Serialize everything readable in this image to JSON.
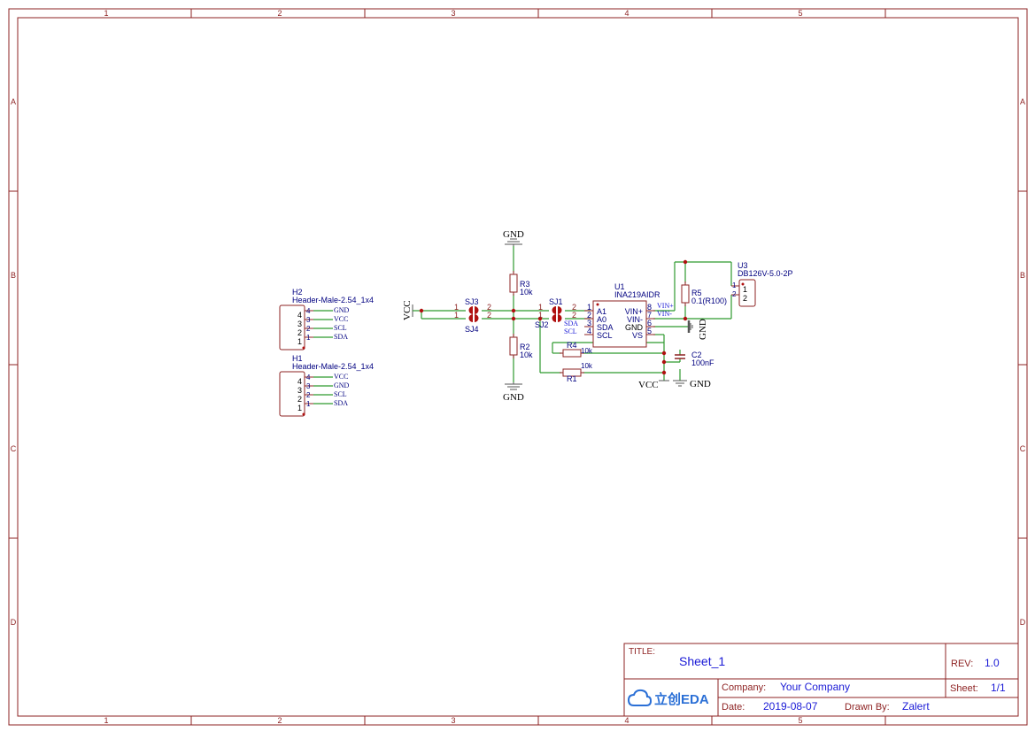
{
  "border": {
    "columns": [
      "1",
      "2",
      "3",
      "4",
      "5"
    ],
    "rows": [
      "A",
      "B",
      "C",
      "D"
    ]
  },
  "title_block": {
    "title_label": "TITLE:",
    "title": "Sheet_1",
    "rev_label": "REV:",
    "rev": "1.0",
    "company_label": "Company:",
    "company": "Your Company",
    "sheet_label": "Sheet:",
    "sheet": "1/1",
    "date_label": "Date:",
    "date": "2019-08-07",
    "drawn_label": "Drawn By:",
    "drawn_by": "Zalert",
    "logo_text": "立创EDA"
  },
  "h2": {
    "ref": "H2",
    "name": "Header-Male-2.54_1x4",
    "pins": [
      {
        "num": "4",
        "net": "GND"
      },
      {
        "num": "3",
        "net": "VCC"
      },
      {
        "num": "2",
        "net": "SCL"
      },
      {
        "num": "1",
        "net": "SDA"
      }
    ]
  },
  "h1": {
    "ref": "H1",
    "name": "Header-Male-2.54_1x4",
    "pins": [
      {
        "num": "4",
        "net": "VCC"
      },
      {
        "num": "3",
        "net": "GND"
      },
      {
        "num": "2",
        "net": "SCL"
      },
      {
        "num": "1",
        "net": "SDA"
      }
    ]
  },
  "nets": {
    "vcc_left": "VCC",
    "gnd_top": "GND",
    "gnd_bottom": "GND",
    "gnd_u1": "GND",
    "vcc_bottom": "VCC",
    "gnd_bottom_right": "GND",
    "vin_plus": "VIN+",
    "vin_minus": "VIN-",
    "sda": "SDA",
    "scl": "SCL"
  },
  "jumpers": {
    "sj3": {
      "ref": "SJ3",
      "p1": "1",
      "p2": "2"
    },
    "sj4": {
      "ref": "SJ4",
      "p1": "1",
      "p2": "2"
    },
    "sj1": {
      "ref": "SJ1",
      "p1": "1",
      "p2": "2"
    },
    "sj2": {
      "ref": "SJ2",
      "p1": "1",
      "p2": "2"
    }
  },
  "resistors": {
    "r3": {
      "ref": "R3",
      "value": "10k"
    },
    "r2": {
      "ref": "R2",
      "value": "10k"
    },
    "r4": {
      "ref": "R4",
      "value": "10k"
    },
    "r1": {
      "ref": "R1",
      "value": "10k"
    },
    "r5": {
      "ref": "R5",
      "value": "0.1(R100)"
    }
  },
  "capacitor": {
    "ref": "C2",
    "value": "100nF"
  },
  "u1": {
    "ref": "U1",
    "name": "INA219AIDR",
    "left_pins": [
      {
        "num": "1",
        "name": "A1"
      },
      {
        "num": "2",
        "name": "A0"
      },
      {
        "num": "3",
        "name": "SDA"
      },
      {
        "num": "4",
        "name": "SCL"
      }
    ],
    "right_pins": [
      {
        "num": "8",
        "name": "VIN+"
      },
      {
        "num": "7",
        "name": "VIN-"
      },
      {
        "num": "6",
        "name": "GND"
      },
      {
        "num": "5",
        "name": "VS"
      }
    ]
  },
  "u3": {
    "ref": "U3",
    "name": "DB126V-5.0-2P",
    "pins": [
      "1",
      "2"
    ],
    "inner": [
      "1",
      "2"
    ]
  }
}
